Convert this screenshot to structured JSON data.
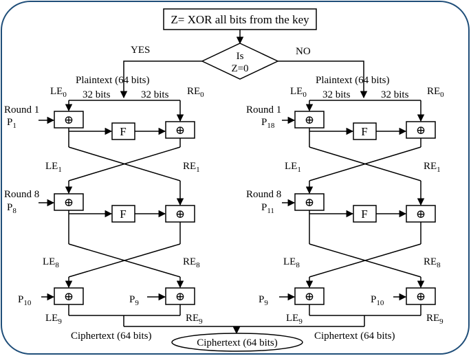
{
  "top_box": "Z= XOR all bits from the key",
  "decision": {
    "line1": "Is",
    "line2": "Z=0"
  },
  "branch_yes": "YES",
  "branch_no": "NO",
  "f_label": "F",
  "xor_symbol": "⊕",
  "left": {
    "plaintext": "Plaintext (64 bits)",
    "le0": "LE",
    "le0_sub": "0",
    "re0": "RE",
    "re0_sub": "0",
    "bits_left": "32 bits",
    "bits_right": "32 bits",
    "round1": "Round 1",
    "p_r1": "P",
    "p_r1_sub": "1",
    "le1": "LE",
    "le1_sub": "1",
    "re1": "RE",
    "re1_sub": "1",
    "round8": "Round 8",
    "p_r8": "P",
    "p_r8_sub": "8",
    "le8": "LE",
    "le8_sub": "8",
    "re8": "RE",
    "re8_sub": "8",
    "p_out_l": "P",
    "p_out_l_sub": "10",
    "p_out_r": "P",
    "p_out_r_sub": "9",
    "le9": "LE",
    "le9_sub": "9",
    "re9": "RE",
    "re9_sub": "9",
    "ciphertext": "Ciphertext (64 bits)"
  },
  "right": {
    "plaintext": "Plaintext (64 bits)",
    "le0": "LE",
    "le0_sub": "0",
    "re0": "RE",
    "re0_sub": "0",
    "bits_left": "32 bits",
    "bits_right": "32 bits",
    "round1": "Round 1",
    "p_r1": "P",
    "p_r1_sub": "18",
    "le1": "LE",
    "le1_sub": "1",
    "re1": "RE",
    "re1_sub": "1",
    "round8": "Round 8",
    "p_r8": "P",
    "p_r8_sub": "11",
    "le8": "LE",
    "le8_sub": "8",
    "re8": "RE",
    "re8_sub": "8",
    "p_out_l": "P",
    "p_out_l_sub": "9",
    "p_out_r": "P",
    "p_out_r_sub": "10",
    "le9": "LE",
    "le9_sub": "9",
    "re9": "RE",
    "re9_sub": "9",
    "ciphertext": "Ciphertext (64 bits)"
  },
  "final_output": "Ciphertext (64 bits)"
}
